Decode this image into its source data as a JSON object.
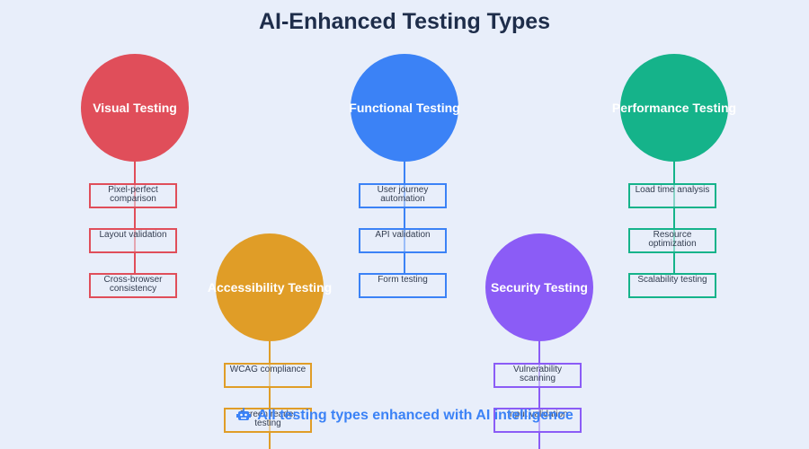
{
  "title": "AI-Enhanced Testing Types",
  "colors": {
    "visual": "#e04e5a",
    "functional": "#3b82f6",
    "performance": "#15b38a",
    "accessibility": "#e09d27",
    "security": "#8b5cf6"
  },
  "types": [
    {
      "key": "visual",
      "label": "Visual Testing",
      "items": [
        "Pixel-perfect comparison",
        "Layout validation",
        "Cross-browser consistency"
      ]
    },
    {
      "key": "functional",
      "label": "Functional Testing",
      "items": [
        "User journey automation",
        "API validation",
        "Form testing"
      ]
    },
    {
      "key": "performance",
      "label": "Performance Testing",
      "items": [
        "Load time analysis",
        "Resource optimization",
        "Scalability testing"
      ]
    },
    {
      "key": "accessibility",
      "label": "Accessibility Testing",
      "items": [
        "WCAG compliance",
        "Screen reader testing"
      ]
    },
    {
      "key": "security",
      "label": "Security Testing",
      "items": [
        "Vulnerability scanning",
        "Input validation"
      ]
    }
  ],
  "footer": {
    "icon": "robot-icon",
    "text": "All testing types enhanced with AI intelligence"
  }
}
